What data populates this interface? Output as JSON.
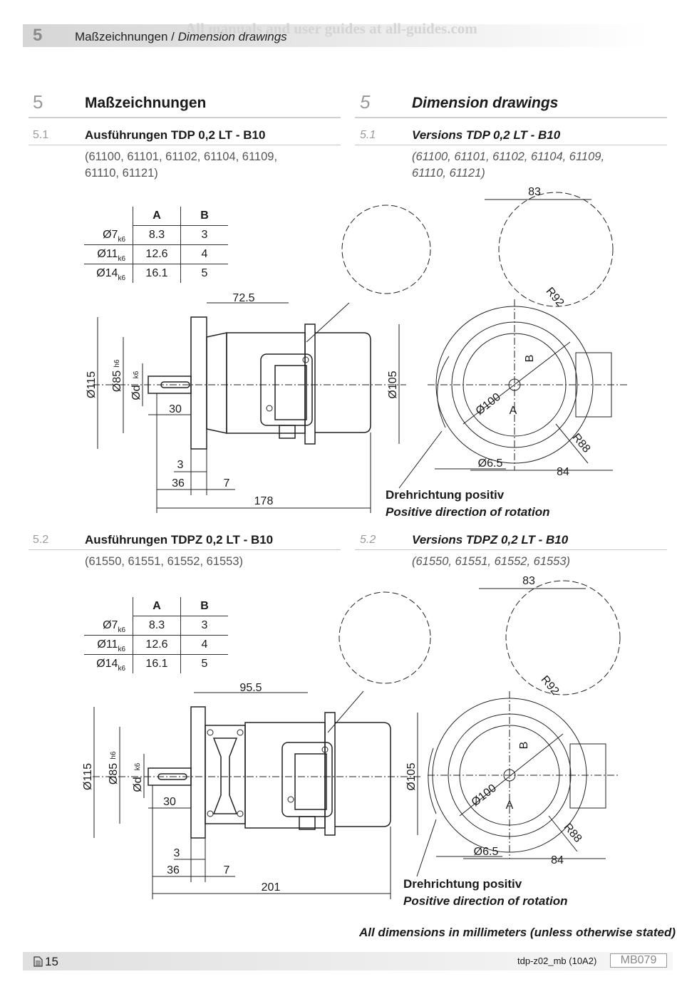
{
  "header": {
    "section_number": "5",
    "title_de": "Maßzeichnungen",
    "title_sep": " / ",
    "title_en": "Dimension drawings",
    "watermark": "All manuals and user guides at all-guides.com"
  },
  "section": {
    "number": "5",
    "title_de": "Maßzeichnungen",
    "title_en": "Dimension drawings"
  },
  "sub1": {
    "number": "5.1",
    "title_de": "Ausführungen TDP 0,2 LT - B10",
    "title_en": "Versions TDP 0,2 LT - B10",
    "variants_line1": "(61100, 61101, 61102, 61104, 61109,",
    "variants_line2": "61110, 61121)",
    "table": {
      "col_a": "A",
      "col_b": "B",
      "rows": [
        {
          "d": "Ø7",
          "tol": "k6",
          "a": "8.3",
          "b": "3"
        },
        {
          "d": "Ø11",
          "tol": "k6",
          "a": "12.6",
          "b": "4"
        },
        {
          "d": "Ø14",
          "tol": "k6",
          "a": "16.1",
          "b": "5"
        }
      ]
    },
    "dims": {
      "len_72": "72.5",
      "d115": "Ø115",
      "d85": "Ø85",
      "h6": "h6",
      "dk": "Ød",
      "k6": "k6",
      "len_30": "30",
      "d105": "Ø105",
      "len_3": "3",
      "len_36": "36",
      "len_7": "7",
      "len_total": "178",
      "len_83": "83",
      "r92": "R92",
      "b": "B",
      "a": "A",
      "d100": "Ø100",
      "r88": "R88",
      "d65": "Ø6.5",
      "len_84": "84"
    },
    "rotation_de": "Drehrichtung positiv",
    "rotation_en": "Positive direction of rotation"
  },
  "sub2": {
    "number": "5.2",
    "title_de": "Ausführungen TDPZ 0,2 LT - B10",
    "title_en": "Versions TDPZ 0,2 LT - B10",
    "variants": "(61550, 61551, 61552, 61553)",
    "table": {
      "col_a": "A",
      "col_b": "B",
      "rows": [
        {
          "d": "Ø7",
          "tol": "k6",
          "a": "8.3",
          "b": "3"
        },
        {
          "d": "Ø11",
          "tol": "k6",
          "a": "12.6",
          "b": "4"
        },
        {
          "d": "Ø14",
          "tol": "k6",
          "a": "16.1",
          "b": "5"
        }
      ]
    },
    "dims": {
      "len_95": "95.5",
      "d115": "Ø115",
      "d85": "Ø85",
      "h6": "h6",
      "dk": "Ød",
      "k6": "k6",
      "len_30": "30",
      "d105": "Ø105",
      "len_3": "3",
      "len_36": "36",
      "len_7": "7",
      "len_total": "201",
      "len_83": "83",
      "r92": "R92",
      "b": "B",
      "a": "A",
      "d100": "Ø100",
      "r88": "R88",
      "d65": "Ø6.5",
      "len_84": "84"
    },
    "rotation_de": "Drehrichtung positiv",
    "rotation_en": "Positive direction of rotation"
  },
  "footnote": "All dimensions in millimeters (unless otherwise stated)",
  "footer": {
    "page_icon": "page-icon",
    "page": "15",
    "doc_id": "tdp-z02_mb (10A2)",
    "code": "MB079"
  }
}
